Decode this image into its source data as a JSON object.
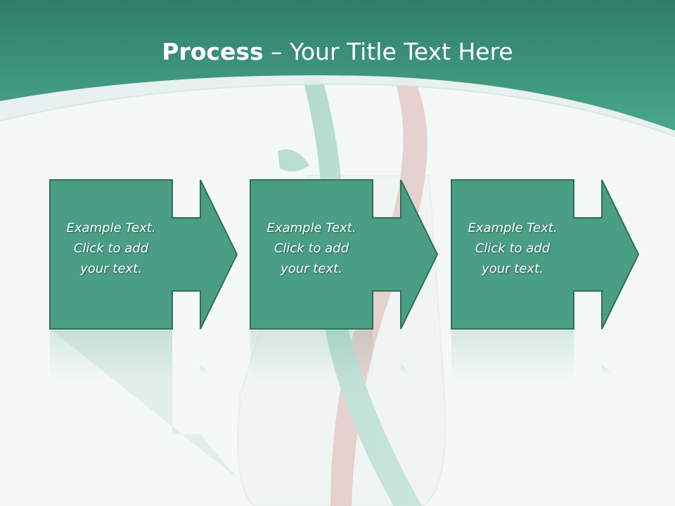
{
  "slide": {
    "title_strong": "Process",
    "title_rest": " – Your Title Text Here",
    "steps": [
      {
        "text_line1": "Example Text.",
        "text_line2": "Click  to add",
        "text_line3": "your text."
      },
      {
        "text_line1": "Example Text.",
        "text_line2": "Click  to add",
        "text_line3": "your text."
      },
      {
        "text_line1": "Example Text.",
        "text_line2": "Click  to add",
        "text_line3": "your text."
      }
    ]
  },
  "colors": {
    "header": "#3d9a80",
    "shape_fill": "#4a9e84",
    "shape_stroke": "#2f6f5c",
    "text": "#ffffff"
  }
}
